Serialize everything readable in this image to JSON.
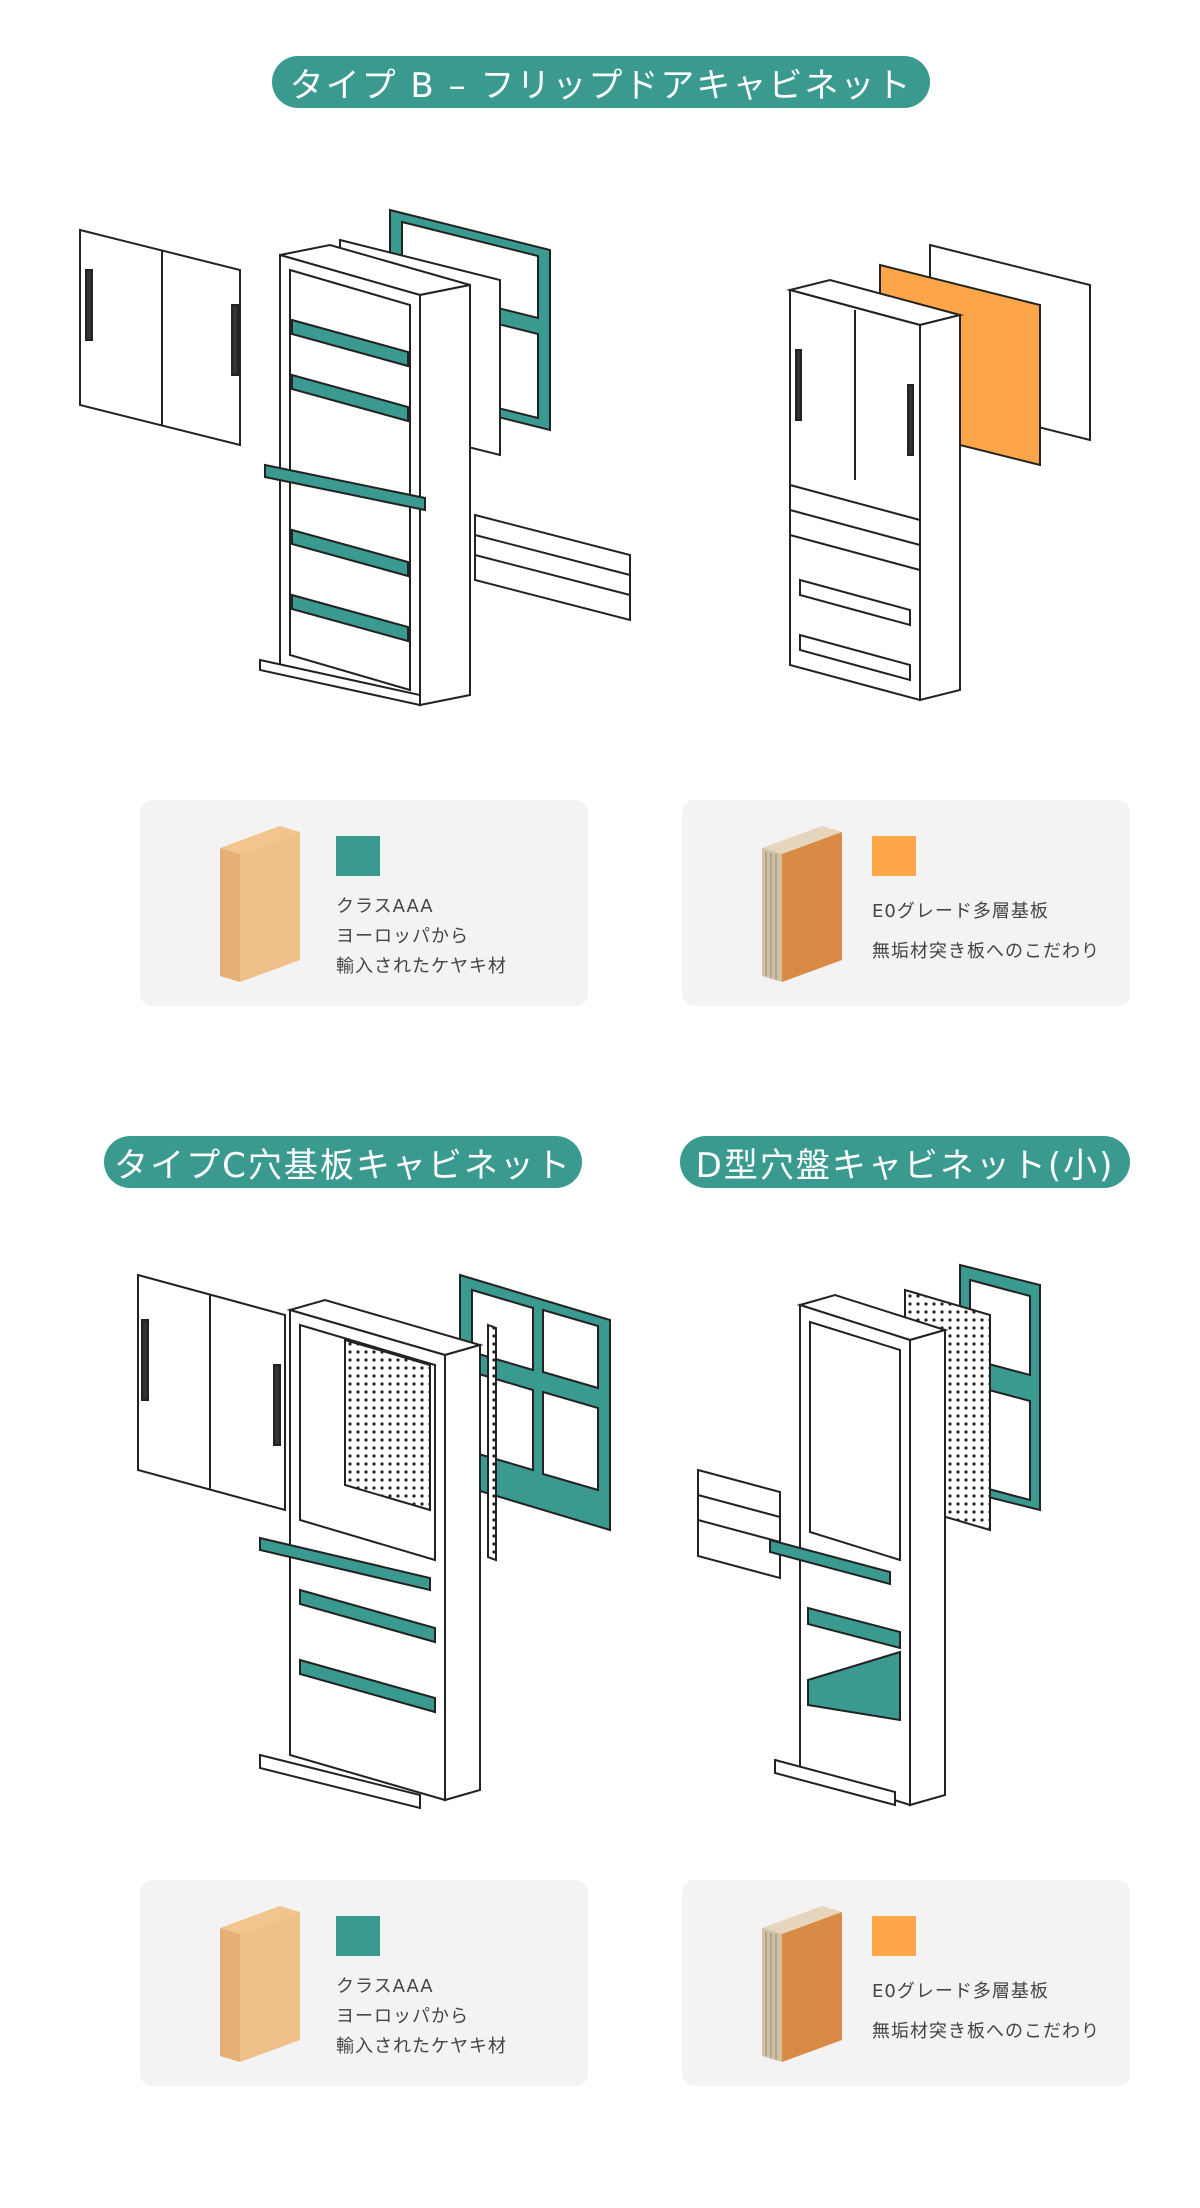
{
  "colors": {
    "teal": "#3a9a8f",
    "orange": "#fca549",
    "card_bg": "#f3f3f3"
  },
  "section_b": {
    "title": "タイプ B – フリップドアキャビネット"
  },
  "section_c": {
    "title": "タイプC穴基板キャビネット"
  },
  "section_d": {
    "title": "D型穴盤キャビネット(小)"
  },
  "legend_teal": {
    "lines": [
      "クラスAAA",
      "ヨーロッパから",
      "輸入されたケヤキ材"
    ],
    "icon": "solid-wood-board-icon"
  },
  "legend_orange": {
    "lines": [
      "E0グレード多層基板",
      "無垢材突き板へのこだわり"
    ],
    "icon": "plywood-board-icon"
  }
}
